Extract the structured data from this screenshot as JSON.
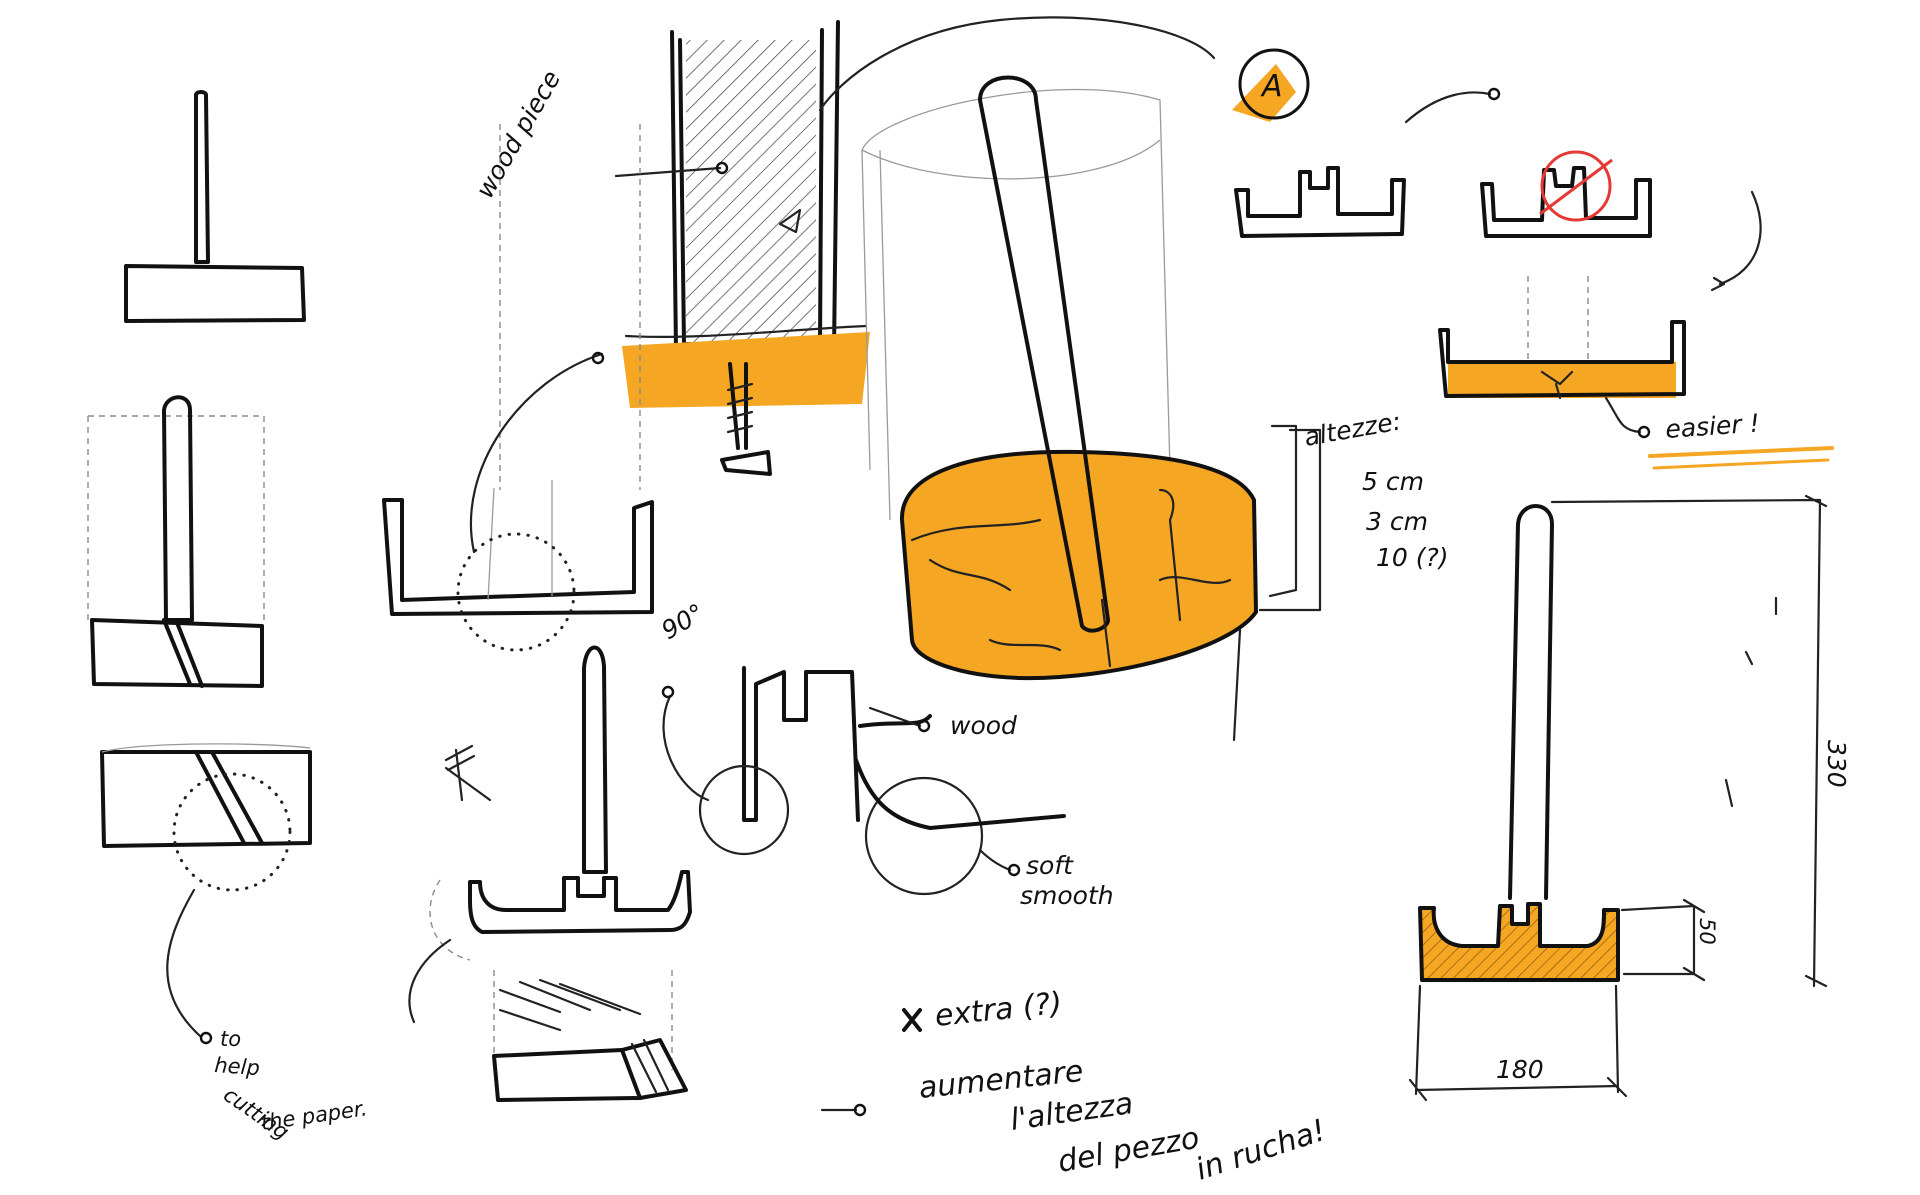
{
  "badge": {
    "letter": "A"
  },
  "labels": {
    "wood_piece": "wood piece",
    "wood": "wood",
    "soft": "soft",
    "smooth": "smooth",
    "easier": "easier !",
    "angle": "90°",
    "to_help_1": "to",
    "to_help_2": "help",
    "to_help_3": "cutting",
    "to_help_4": "the paper.",
    "altezze": "altezze:",
    "h1": "5 cm",
    "h2": "3 cm",
    "h3": "10 (?)",
    "extra": "extra (?)",
    "note_1": "aumentare",
    "note_2": "l'altezza",
    "note_3": "del pezzo",
    "note_4": "in rucha!"
  },
  "dimensions": {
    "height": "330",
    "base_height": "50",
    "width": "180"
  },
  "colors": {
    "ink": "#111111",
    "accent": "#f5a623",
    "rejection": "#e53935"
  }
}
